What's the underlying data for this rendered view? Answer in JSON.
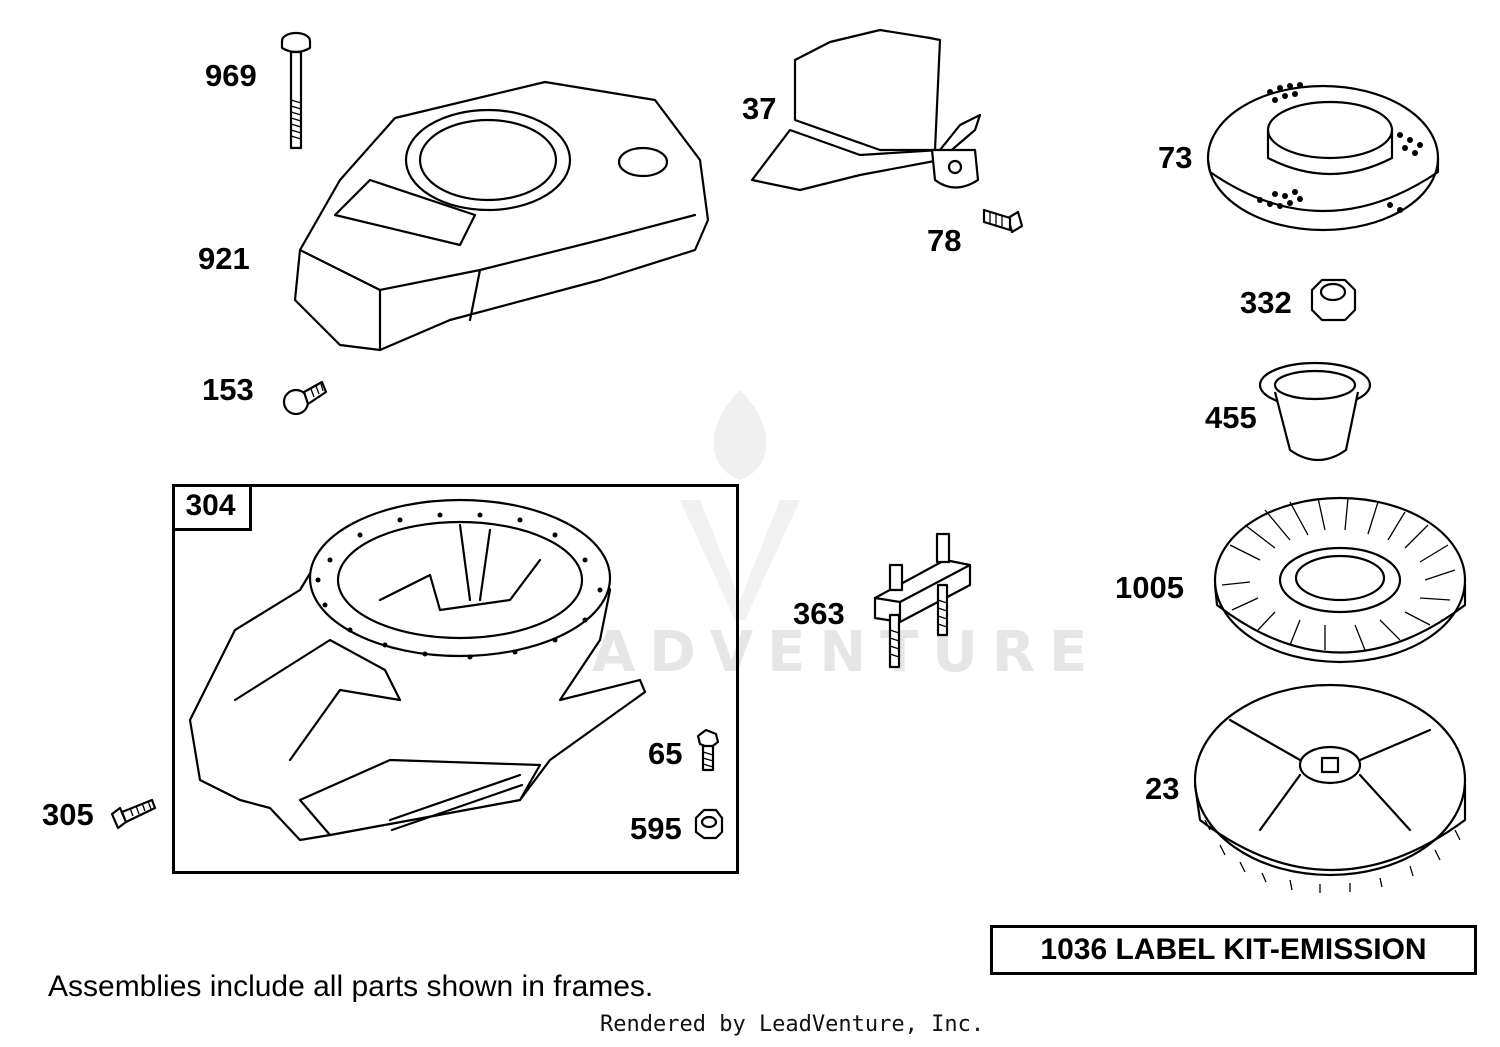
{
  "callouts": {
    "p969": "969",
    "p921": "921",
    "p153": "153",
    "p37": "37",
    "p78": "78",
    "p73": "73",
    "p332": "332",
    "p455": "455",
    "p1005": "1005",
    "p23": "23",
    "p304": "304",
    "p305": "305",
    "p65": "65",
    "p595": "595",
    "p363": "363"
  },
  "kit_label": "1036 LABEL KIT-EMISSION",
  "note": "Assemblies include all parts shown in frames.",
  "footer": "Rendered by LeadVenture, Inc.",
  "watermark": "LEADVENTURE"
}
